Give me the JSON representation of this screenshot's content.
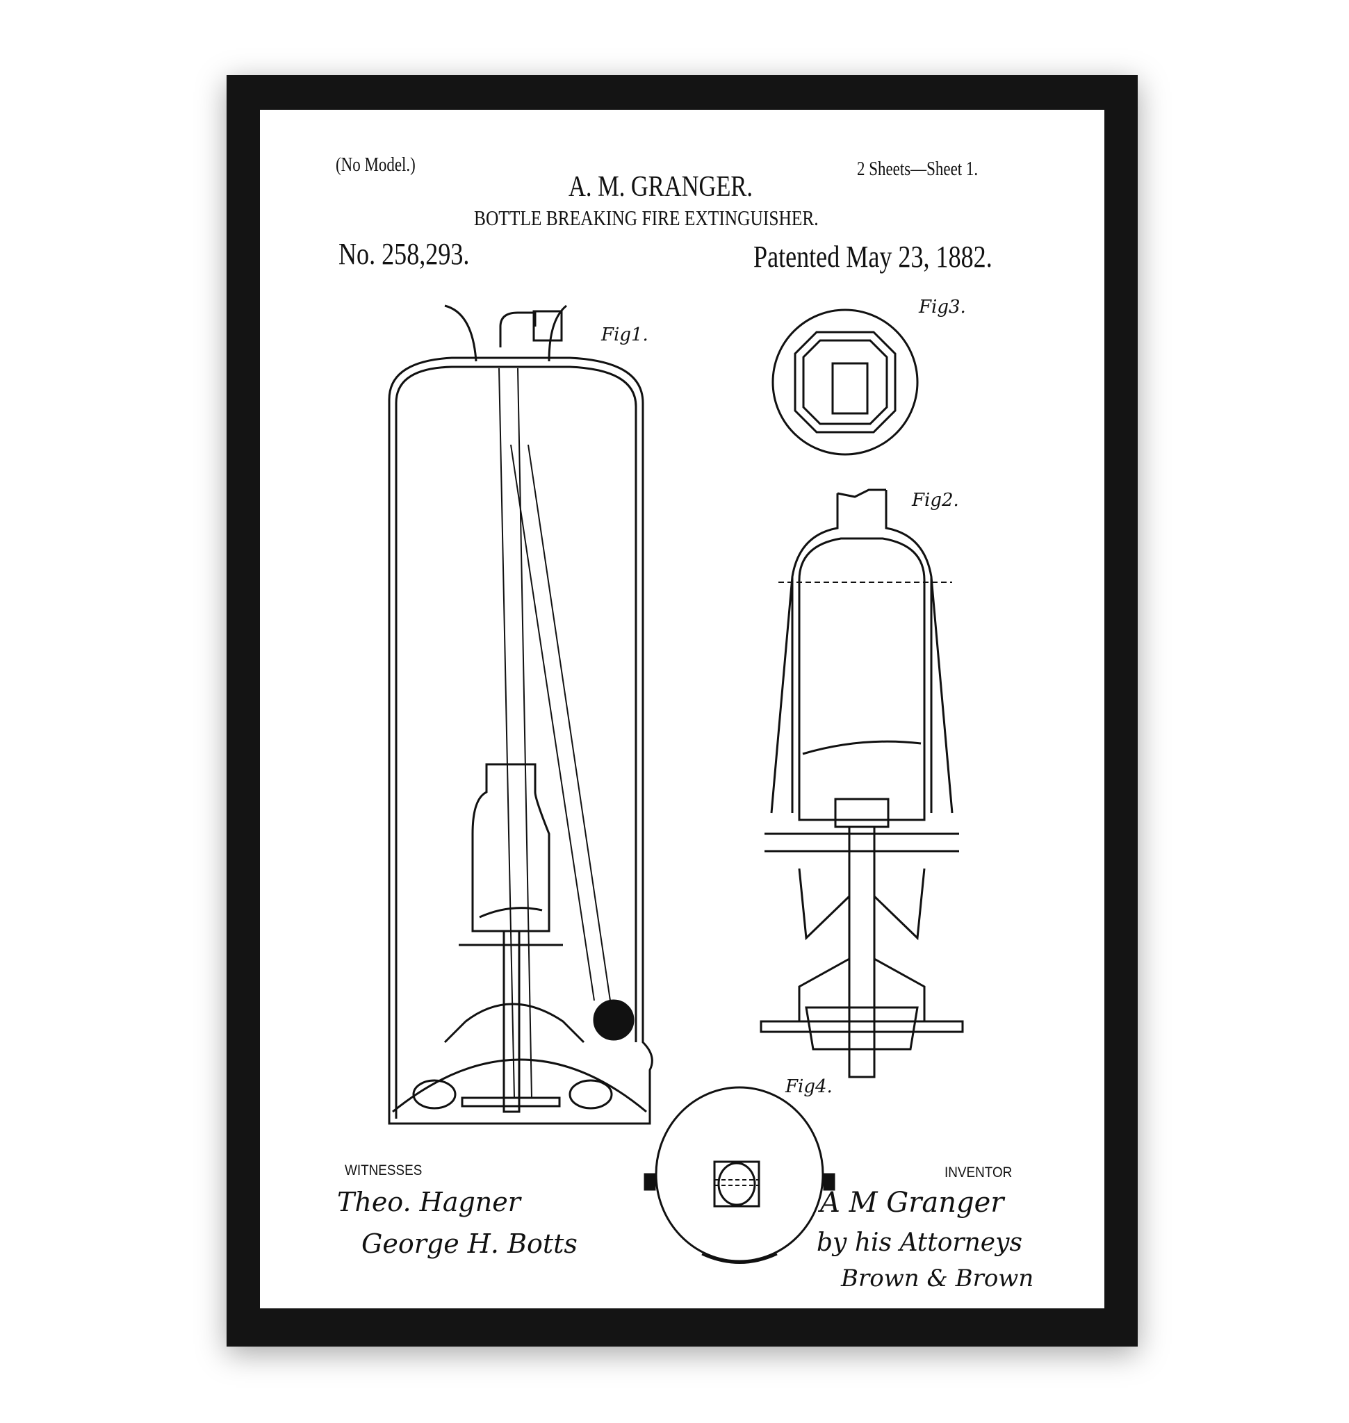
{
  "header": {
    "model_note": "(No Model.)",
    "sheets": "2 Sheets—Sheet 1.",
    "inventor_name": "A. M. GRANGER.",
    "title": "BOTTLE BREAKING FIRE EXTINGUISHER.",
    "patent_number": "No. 258,293.",
    "patent_date": "Patented May 23, 1882."
  },
  "figures": {
    "fig1": "Fig1.",
    "fig2": "Fig2.",
    "fig3": "Fig3.",
    "fig4": "Fig4."
  },
  "footer": {
    "witnesses_label": "WITNESSES",
    "inventor_label": "INVENTOR",
    "witness_signatures": [
      "Theo. Hagner",
      "George H. Botts"
    ],
    "inventor_signatures": [
      "A M Granger",
      "by his Attorneys",
      "Brown & Brown"
    ]
  },
  "colors": {
    "frame": "#141414",
    "paper": "#ffffff",
    "ink": "#111111"
  }
}
